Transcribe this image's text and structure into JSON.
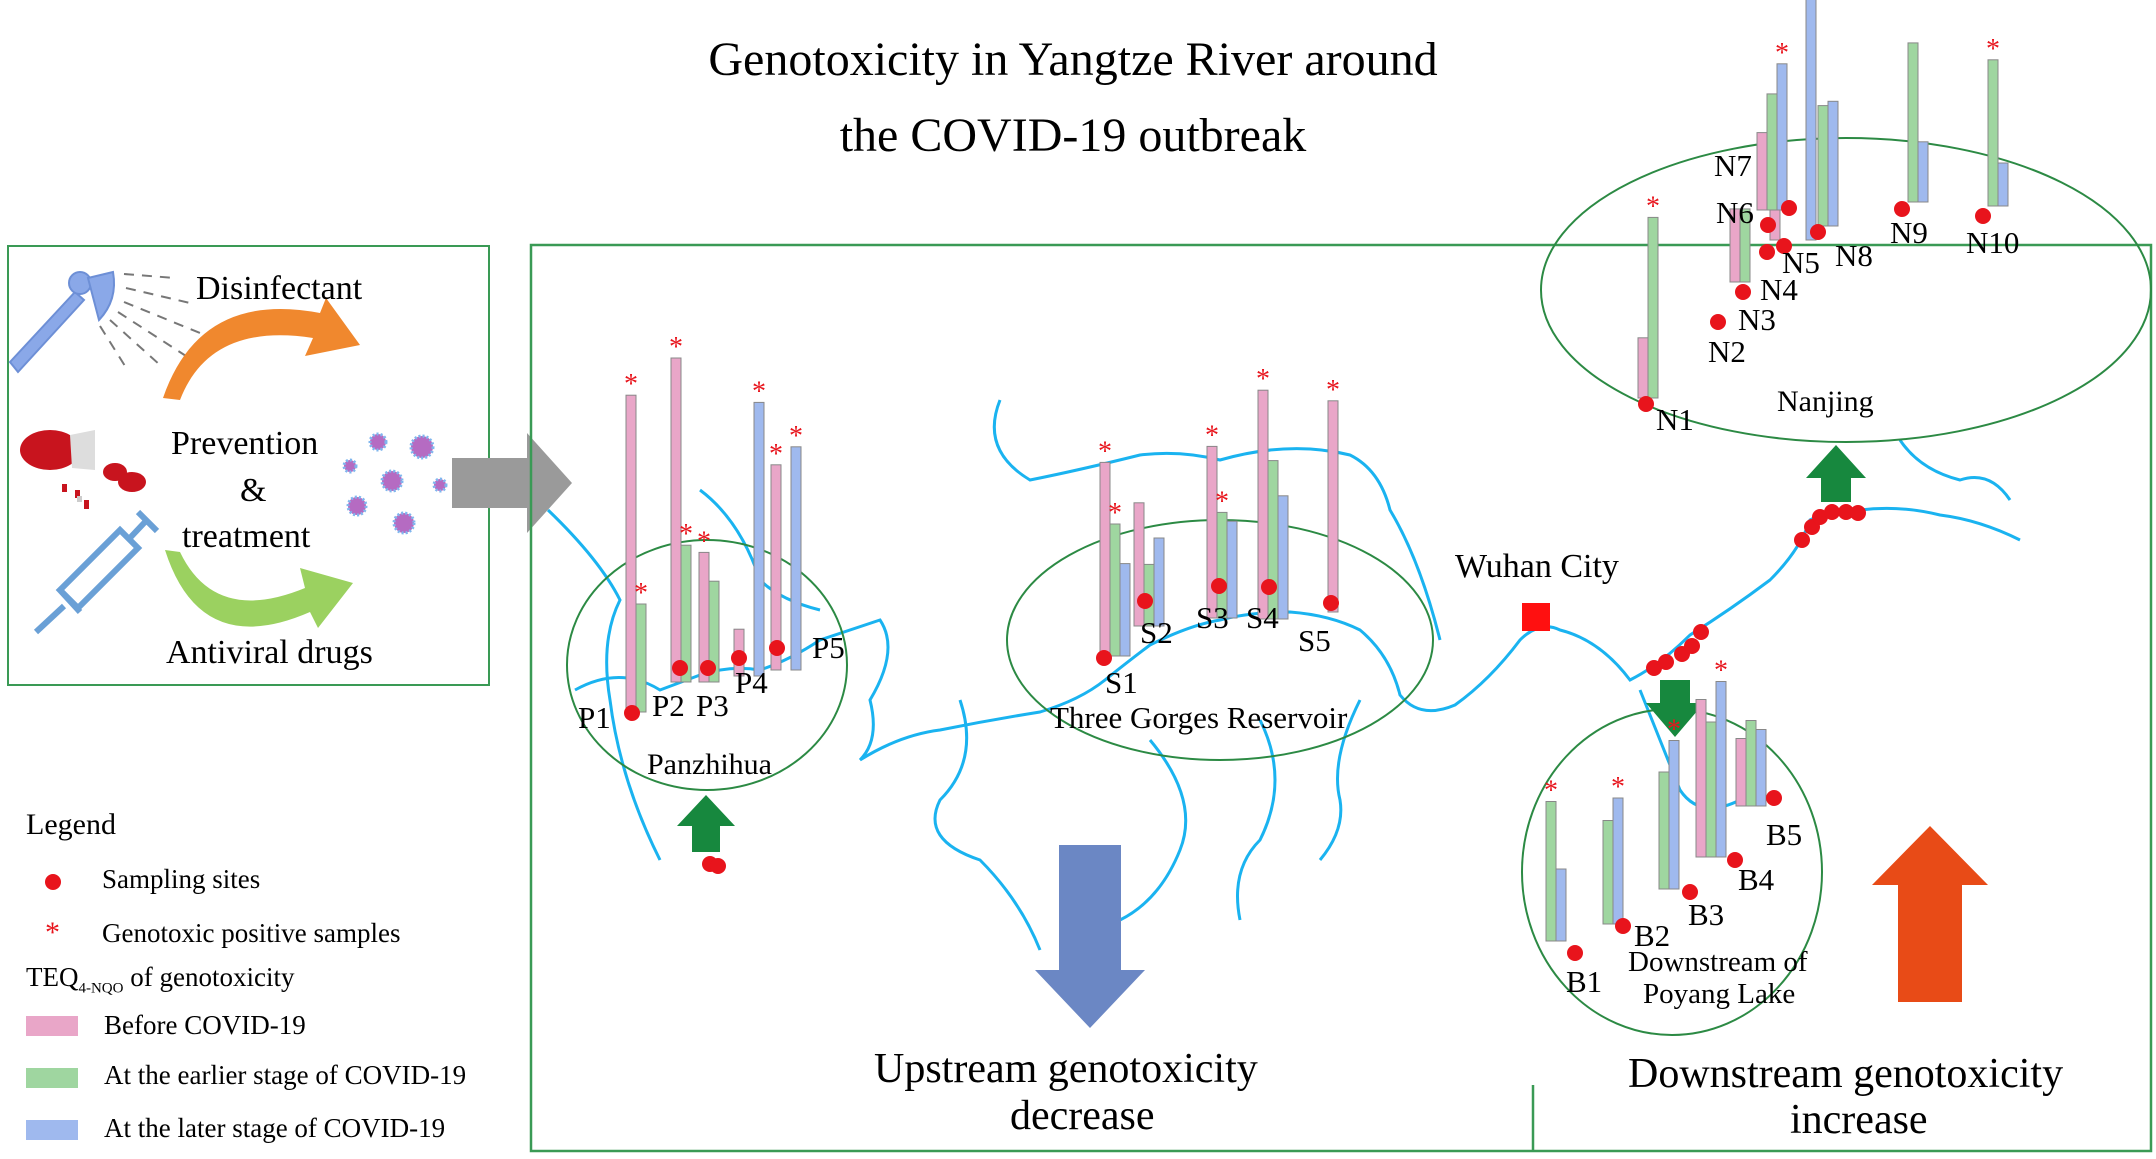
{
  "title": {
    "line1": "Genotoxicity in Yangtze River around",
    "line2": "the COVID-19 outbreak"
  },
  "inset": {
    "disinfectant": "Disinfectant",
    "prevention": "Prevention",
    "ampersand": "&",
    "treatment": "treatment",
    "antiviral": "Antiviral drugs"
  },
  "legend": {
    "title": "Legend",
    "sampling_sites": "Sampling sites",
    "positive_samples": "Genotoxic positive samples",
    "teq_main": "TEQ",
    "teq_sub": "4-NQO",
    "teq_rest": " of  genotoxicity",
    "before": "Before COVID-19",
    "earlier": "At the earlier stage of COVID-19",
    "later": "At the later stage of COVID-19"
  },
  "colors": {
    "before": "#e9a6c8",
    "earlier": "#9fd6a0",
    "later": "#9fb9ee",
    "site": "#e8141c",
    "river": "#1ab3f0",
    "frame": "#3a9a55",
    "decrease_arrow": "#6b87c4",
    "increase_arrow": "#e84b17",
    "green_arrow": "#17883e",
    "wuhan": "#ff1010"
  },
  "regions": {
    "panzhihua": "Panzhihua",
    "three_gorges": "Three Gorges Reservoir",
    "wuhan": "Wuhan City",
    "nanjing": "Nanjing",
    "poyang_line1": "Downstream of",
    "poyang_line2": "Poyang Lake"
  },
  "conclusions": {
    "upstream_line1": "Upstream genotoxicity",
    "upstream_line2": "decrease",
    "downstream_line1": "Downstream genotoxicity",
    "downstream_line2": "increase"
  },
  "chart_data": {
    "type": "bar",
    "note": "Relative TEQ4-NQO bar heights per sampling site (arbitrary relative units, 0-100); star = genotoxic positive",
    "series_names": [
      "Before COVID-19",
      "At the earlier stage of COVID-19",
      "At the later stage of COVID-19"
    ],
    "groups": [
      {
        "region": "Panzhihua",
        "sites": [
          {
            "label": "P1",
            "before": 88,
            "earlier": 30,
            "later": 0,
            "star": [
              true,
              true,
              false
            ]
          },
          {
            "label": "P2",
            "before": 90,
            "earlier": 38,
            "later": 0,
            "star": [
              true,
              true,
              false
            ]
          },
          {
            "label": "P3",
            "before": 36,
            "earlier": 28,
            "later": 0,
            "star": [
              true,
              false,
              false
            ]
          },
          {
            "label": "P4",
            "before": 13,
            "earlier": 0,
            "later": 76,
            "star": [
              false,
              false,
              true
            ]
          },
          {
            "label": "P5",
            "before": 57,
            "earlier": 0,
            "later": 62,
            "star": [
              true,
              false,
              true
            ]
          }
        ]
      },
      {
        "region": "Three Gorges Reservoir",
        "sites": [
          {
            "label": "S1",
            "before": 44,
            "earlier": 30,
            "later": 21,
            "star": [
              true,
              true,
              false
            ]
          },
          {
            "label": "S2",
            "before": 28,
            "earlier": 14,
            "later": 20,
            "star": [
              false,
              false,
              false
            ]
          },
          {
            "label": "S3",
            "before": 39,
            "earlier": 24,
            "later": 22,
            "star": [
              true,
              true,
              false
            ]
          },
          {
            "label": "S4",
            "before": 52,
            "earlier": 36,
            "later": 28,
            "star": [
              true,
              false,
              false
            ]
          },
          {
            "label": "S5",
            "before": 48,
            "earlier": 0,
            "later": 0,
            "star": [
              true,
              false,
              false
            ]
          }
        ]
      },
      {
        "region": "Nanjing",
        "sites": [
          {
            "label": "N1",
            "before": 14,
            "earlier": 42,
            "later": 0,
            "star": [
              false,
              true,
              false
            ]
          },
          {
            "label": "N3",
            "before": 17,
            "earlier": 17,
            "later": 0,
            "star": [
              false,
              false,
              false
            ]
          },
          {
            "label": "N6",
            "before": 17,
            "earlier": 0,
            "later": 0,
            "star": [
              false,
              false,
              false
            ]
          },
          {
            "label": "N7",
            "before": 18,
            "earlier": 27,
            "later": 34,
            "star": [
              false,
              false,
              true
            ]
          },
          {
            "label": "N5",
            "before": 0,
            "earlier": 0,
            "later": 63,
            "star": [
              false,
              false,
              true
            ]
          },
          {
            "label": "N8",
            "before": 0,
            "earlier": 28,
            "later": 29,
            "star": [
              false,
              false,
              false
            ]
          },
          {
            "label": "N9",
            "before": 0,
            "earlier": 37,
            "later": 14,
            "star": [
              false,
              false,
              false
            ]
          },
          {
            "label": "N10",
            "before": 0,
            "earlier": 34,
            "later": 10,
            "star": [
              false,
              true,
              false
            ]
          }
        ]
      },
      {
        "region": "Downstream of Poyang Lake",
        "sites": [
          {
            "label": "B1",
            "before": 0,
            "earlier": 31,
            "later": 16,
            "star": [
              false,
              true,
              false
            ]
          },
          {
            "label": "B2",
            "before": 0,
            "earlier": 23,
            "later": 28,
            "star": [
              false,
              false,
              true
            ]
          },
          {
            "label": "B3",
            "before": 0,
            "earlier": 26,
            "later": 33,
            "star": [
              false,
              false,
              true
            ]
          },
          {
            "label": "B4",
            "before": 35,
            "earlier": 30,
            "later": 39,
            "star": [
              false,
              false,
              true
            ]
          },
          {
            "label": "B5",
            "before": 15,
            "earlier": 19,
            "later": 17,
            "star": [
              false,
              false,
              false
            ]
          }
        ]
      }
    ],
    "site_labels": [
      "P1",
      "P2",
      "P3",
      "P4",
      "P5",
      "S1",
      "S2",
      "S3",
      "S4",
      "S5",
      "N1",
      "N2",
      "N3",
      "N4",
      "N5",
      "N6",
      "N7",
      "N8",
      "N9",
      "N10",
      "B1",
      "B2",
      "B3",
      "B4",
      "B5"
    ]
  }
}
